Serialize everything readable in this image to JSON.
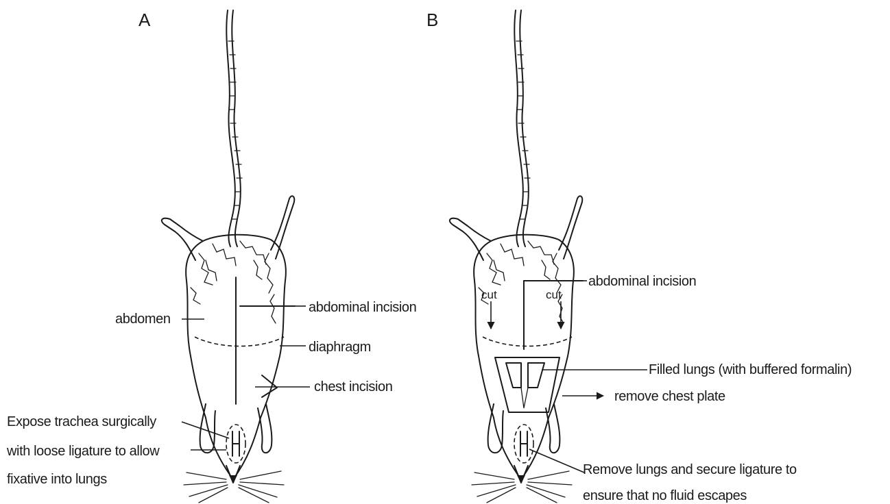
{
  "panels": {
    "a": {
      "letter": "A",
      "labels": {
        "abdomen": "abdomen",
        "abdominal_incision": "abdominal incision",
        "diaphragm": "diaphragm",
        "chest_incision": "chest incision",
        "trachea_line1": "Expose trachea surgically",
        "trachea_line2": "with loose ligature to allow",
        "trachea_line3": "fixative into lungs"
      }
    },
    "b": {
      "letter": "B",
      "labels": {
        "cut_left": "cut",
        "cut_right": "cut",
        "abdominal_incision": "abdominal incision",
        "filled_lungs": "Filled lungs (with buffered formalin)",
        "remove_chest_plate": "remove chest plate",
        "remove_lungs_line1": "Remove lungs and secure ligature to",
        "remove_lungs_line2": "ensure that no fluid escapes"
      }
    }
  }
}
